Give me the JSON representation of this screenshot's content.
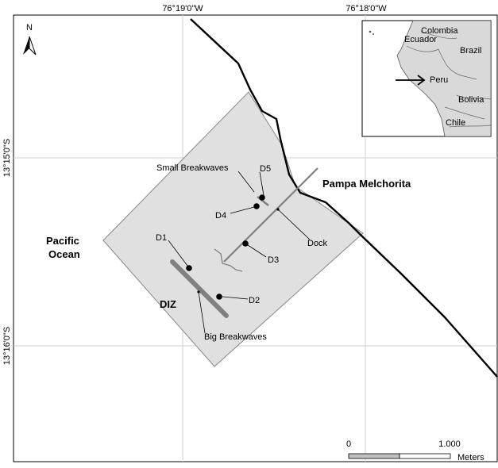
{
  "map": {
    "grid_labels": {
      "lon_left": "76°19'0\"W",
      "lon_right": "76°18'0\"W",
      "lat_top": "13°15'0\"S",
      "lat_bottom": "13°16'0\"S"
    },
    "north_arrow": "N",
    "labels": {
      "pampa": "Pampa Melchorita",
      "pacific_line1": "Pacific",
      "pacific_line2": "Ocean",
      "diz": "DIZ",
      "small_breakwaves": "Small Breakwaves",
      "big_breakwaves": "Big Breakwaves",
      "dock": "Dock"
    },
    "stations": [
      "D1",
      "D2",
      "D3",
      "D4",
      "D5"
    ],
    "inset": {
      "countries": [
        "Colombia",
        "Ecuador",
        "Brazil",
        "Peru",
        "Bolivia",
        "Chile"
      ]
    },
    "scale_bar": {
      "zero": "0",
      "max": "1.000",
      "unit": "Meters"
    },
    "colors": {
      "study_area_fill": "#e0e0e0",
      "structure_gray": "#808080",
      "inset_land": "#d9d9d9"
    }
  }
}
